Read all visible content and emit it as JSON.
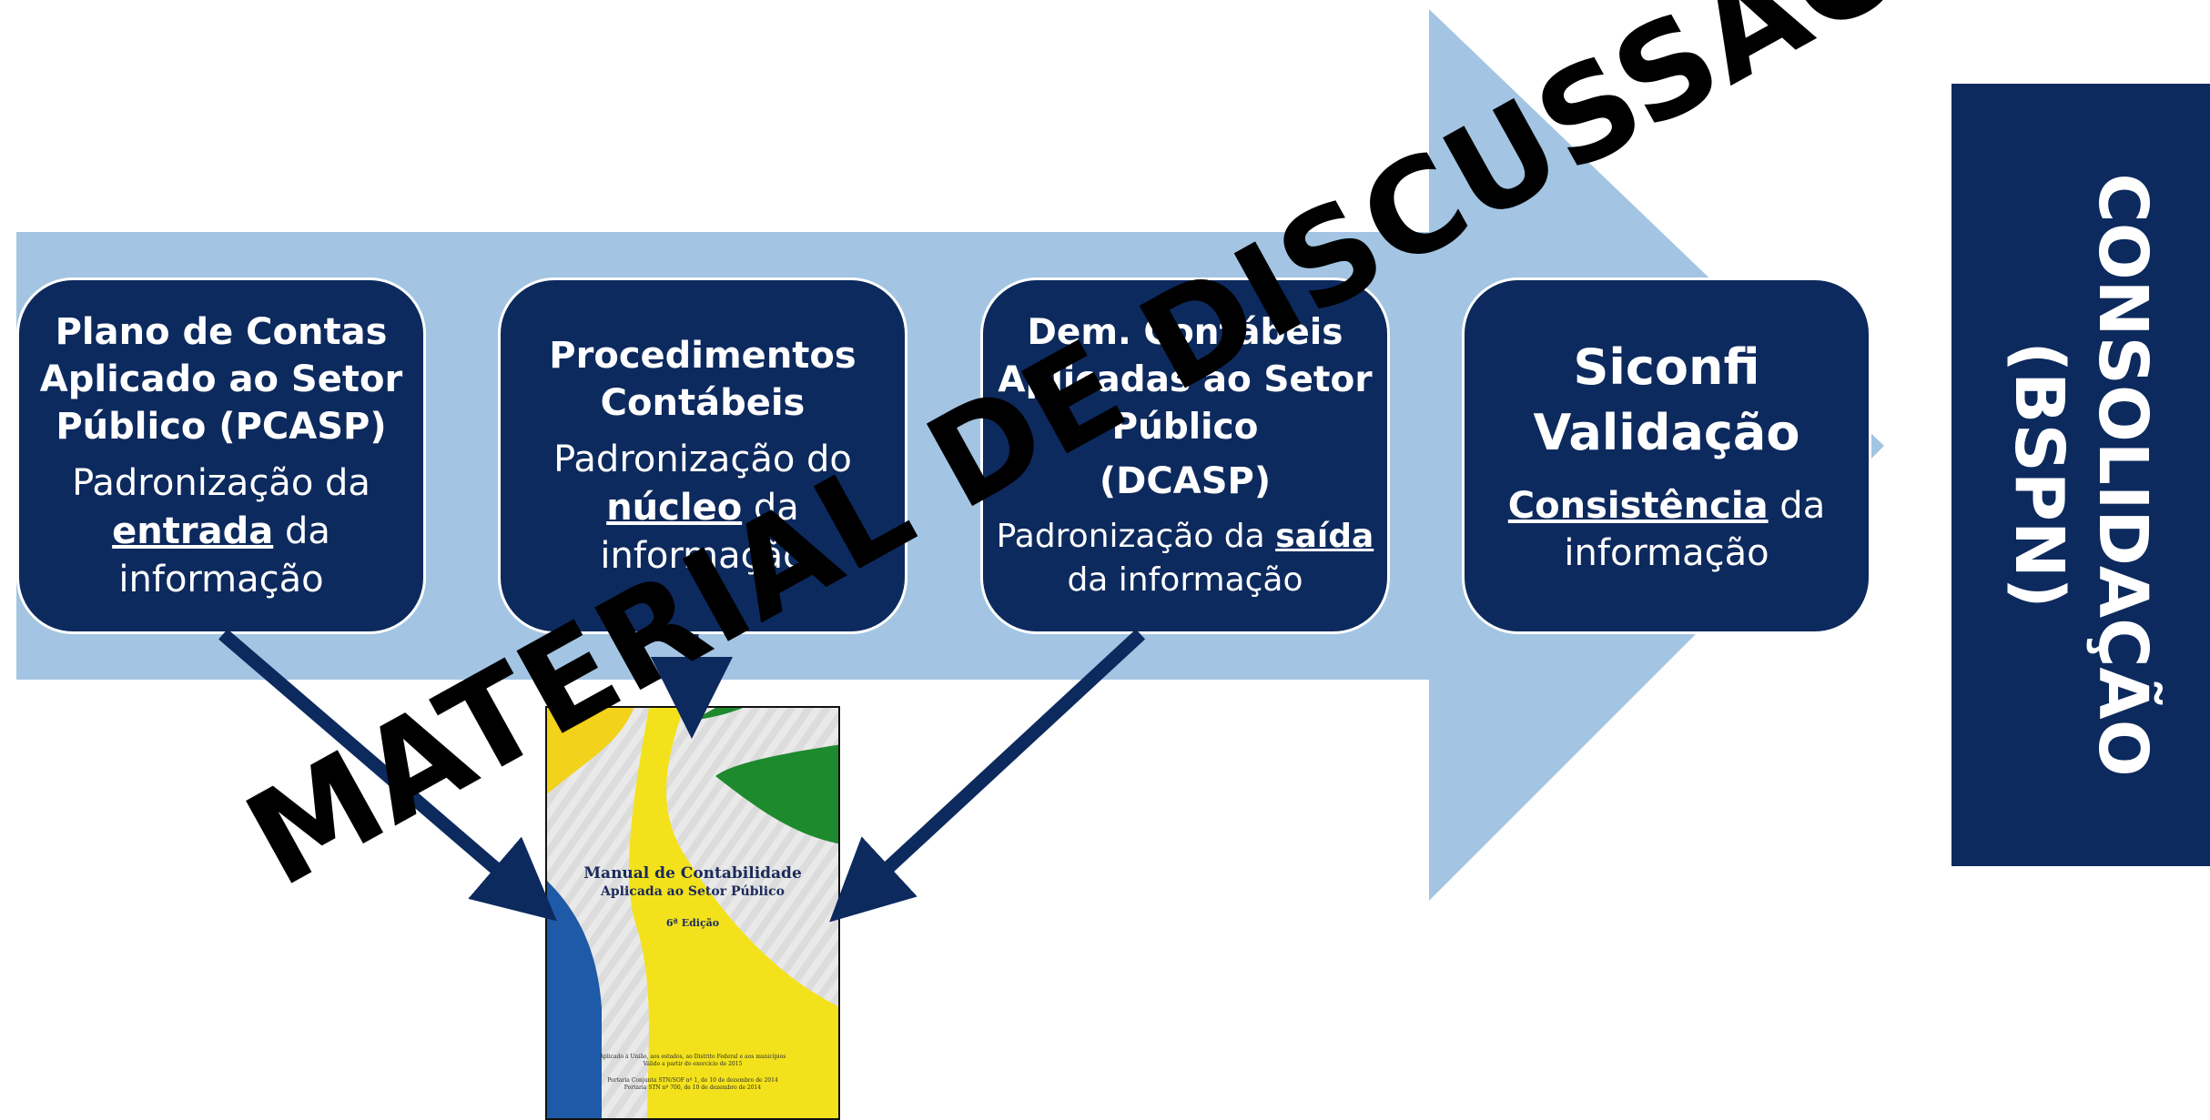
{
  "colors": {
    "arrow": "#a3c5e3",
    "box": "#0d2a5e",
    "connector": "#0d2a5e",
    "panel": "#0d2a5e",
    "watermark": "#000000"
  },
  "boxes": [
    {
      "title": "Plano de Contas\nAplicado ao Setor\nPúblico (PCASP)",
      "desc_pre": "Padronização da",
      "desc_key": "entrada",
      "desc_post": "da\ninformação"
    },
    {
      "title": "Procedimentos\nContábeis",
      "desc_pre": "Padronização do",
      "desc_key": "núcleo",
      "desc_post": "da\ninformação"
    },
    {
      "title": "Dem. Contábeis\nAplicadas ao Setor\nPúblico",
      "subtitle": "(DCASP)",
      "desc_pre": "Padronização da",
      "desc_key": "saída",
      "desc_post": "da informação"
    },
    {
      "title": "Siconfi\nValidação",
      "desc_key": "Consistência",
      "desc_post": "da\ninformação"
    }
  ],
  "side_panel": {
    "text": "CONSOLIDAÇÃO\n(BSPN)"
  },
  "manual": {
    "title": "Manual de Contabilidade",
    "subtitle": "Aplicada ao Setor Público",
    "edition": "6ª Edição",
    "fine_1": "Aplicado à União, aos estados, ao Distrito Federal e aos municípios",
    "fine_2": "Válido a partir do exercício de 2015",
    "fine_3": "Portaria Conjunta STN/SOF nº 1, de 10 de dezembro de 2014",
    "fine_4": "Portaria STN nº 700, de 10 de dezembro de 2014"
  },
  "watermark": "MATERIAL DE DISCUSSÃO"
}
